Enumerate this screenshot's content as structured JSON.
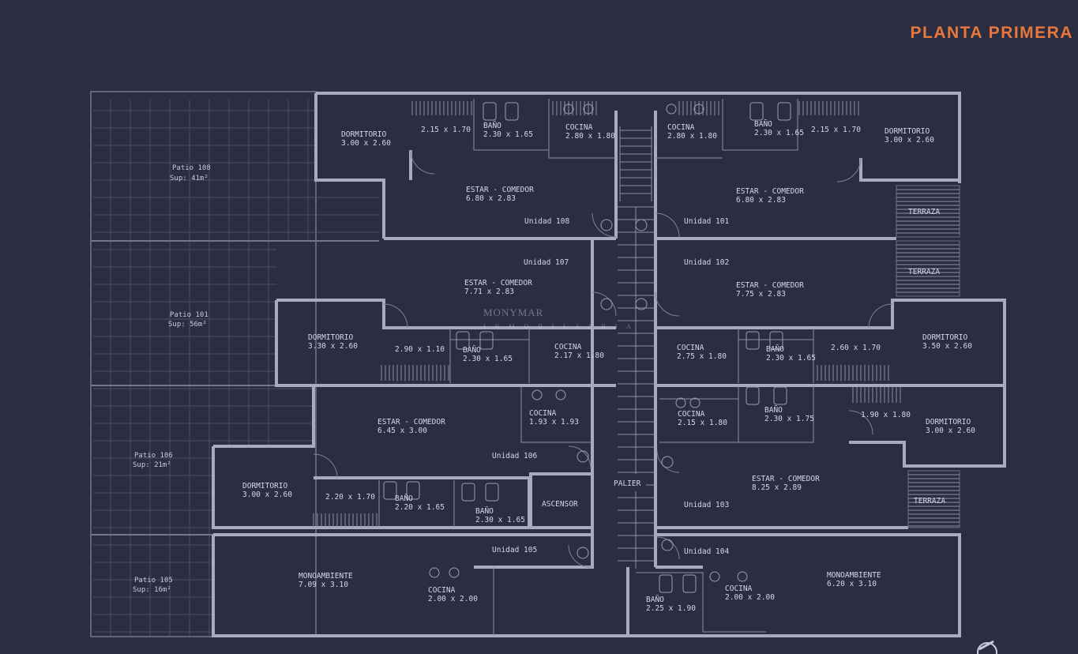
{
  "title": "PLANTA PRIMERA",
  "watermark": "MONYMAR",
  "watermark_sub": "I N M O B I L I A R I A",
  "patios": [
    {
      "name": "Patio 108",
      "area": "Sup: 41m²"
    },
    {
      "name": "Patio 101",
      "area": "Sup: 56m²"
    },
    {
      "name": "Patio 106",
      "area": "Sup: 21m²"
    },
    {
      "name": "Patio 105",
      "area": "Sup: 16m²"
    }
  ],
  "units": [
    {
      "label": "Unidad 108"
    },
    {
      "label": "Unidad 101"
    },
    {
      "label": "Unidad 107"
    },
    {
      "label": "Unidad 102"
    },
    {
      "label": "Unidad 106"
    },
    {
      "label": "Unidad 103"
    },
    {
      "label": "Unidad 105"
    },
    {
      "label": "Unidad 104"
    }
  ],
  "rooms": [
    {
      "name": "DORMITORIO",
      "dims": "3.00 x 2.60"
    },
    {
      "name": "",
      "dims": "2.15 x 1.70"
    },
    {
      "name": "BAÑO",
      "dims": "2.30 x 1.65"
    },
    {
      "name": "COCINA",
      "dims": "2.80 x 1.80"
    },
    {
      "name": "COCINA",
      "dims": "2.80 x 1.80"
    },
    {
      "name": "BAÑO",
      "dims": "2.30 x 1.65"
    },
    {
      "name": "",
      "dims": "2.15 x 1.70"
    },
    {
      "name": "DORMITORIO",
      "dims": "3.00 x 2.60"
    },
    {
      "name": "ESTAR - COMEDOR",
      "dims": "6.80 x 2.83"
    },
    {
      "name": "ESTAR - COMEDOR",
      "dims": "6.80 x 2.83"
    },
    {
      "name": "ESTAR - COMEDOR",
      "dims": "7.71 x 2.83"
    },
    {
      "name": "ESTAR - COMEDOR",
      "dims": "7.75 x 2.83"
    },
    {
      "name": "DORMITORIO",
      "dims": "3.30 x 2.60"
    },
    {
      "name": "",
      "dims": "2.90 x 1.10"
    },
    {
      "name": "BAÑO",
      "dims": "2.30 x 1.65"
    },
    {
      "name": "COCINA",
      "dims": "2.17 x 1.80"
    },
    {
      "name": "COCINA",
      "dims": "2.75 x 1.80"
    },
    {
      "name": "BAÑO",
      "dims": "2.30 x 1.65"
    },
    {
      "name": "",
      "dims": "2.60 x 1.70"
    },
    {
      "name": "DORMITORIO",
      "dims": "3.50 x 2.60"
    },
    {
      "name": "ESTAR - COMEDOR",
      "dims": "6.45 x 3.00"
    },
    {
      "name": "COCINA",
      "dims": "1.93 x 1.93"
    },
    {
      "name": "COCINA",
      "dims": "2.15 x 1.80"
    },
    {
      "name": "BAÑO",
      "dims": "2.30 x 1.75"
    },
    {
      "name": "",
      "dims": "1.90 x 1.80"
    },
    {
      "name": "DORMITORIO",
      "dims": "3.00 x 2.60"
    },
    {
      "name": "DORMITORIO",
      "dims": "3.00 x 2.60"
    },
    {
      "name": "",
      "dims": "2.20 x 1.70"
    },
    {
      "name": "BAÑO",
      "dims": "2.20 x 1.65"
    },
    {
      "name": "BAÑO",
      "dims": "2.30 x 1.65"
    },
    {
      "name": "ESTAR - COMEDOR",
      "dims": "8.25 x 2.89"
    },
    {
      "name": "MONOAMBIENTE",
      "dims": "7.09 x 3.10"
    },
    {
      "name": "COCINA",
      "dims": "2.00 x 2.00"
    },
    {
      "name": "BAÑO",
      "dims": "2.25 x 1.90"
    },
    {
      "name": "COCINA",
      "dims": "2.00 x 2.00"
    },
    {
      "name": "MONOAMBIENTE",
      "dims": "6.20 x 3.10"
    }
  ],
  "terraces": [
    "TERRAZA",
    "TERRAZA",
    "TERRAZA"
  ],
  "core": {
    "palier": "PALIER",
    "elevator": "ASCENSOR"
  }
}
